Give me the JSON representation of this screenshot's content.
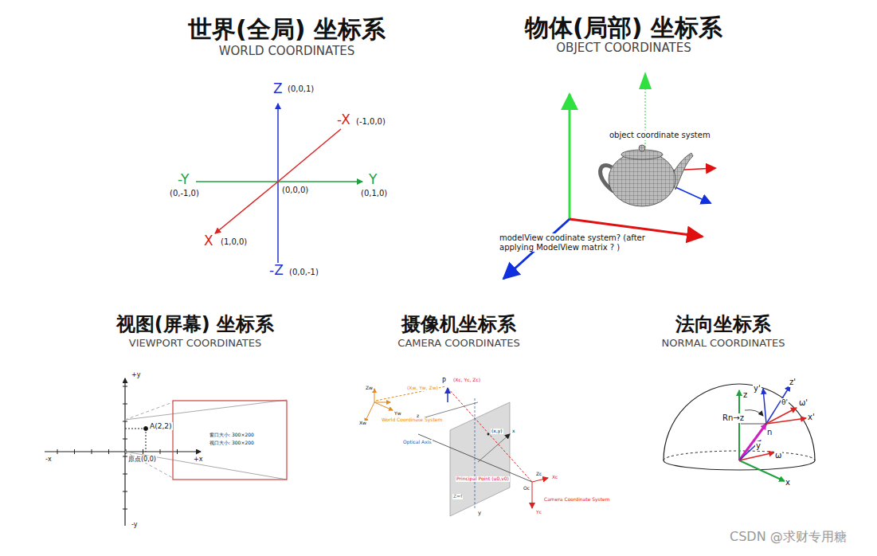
{
  "diagram": {
    "labels": [
      "世界(全局) 坐标系",
      "WORLD COORDINATES",
      "Z",
      "(0,0,1)",
      "-X",
      "(-1,0,0)",
      "-Y",
      "(0,-1,0)",
      "(0,0,0)",
      "Y",
      "(0,1,0)",
      "X",
      "(1,0,0)",
      "-Z",
      "(0,0,-1)",
      "物体(局部) 坐标系",
      "OBJECT COORDINATES",
      "object coordinate system",
      "modelView coodinate system? (after applying ModelView matrix ? )",
      "视图(屏幕) 坐标系",
      "VIEWPORT COORDINATES",
      "+y",
      "-x",
      "+x",
      "-y",
      "A(2,2)",
      "原点(0,0)",
      "窗口大小: 300×200",
      "视口大小: 300×200",
      "摄像机坐标系",
      "CAMERA COORDINATES",
      "P",
      "(Xw, Yw, Zw)",
      "(Xc, Yc, Zc)",
      "Zw",
      "Yw",
      "Xw",
      "World Coordinate System",
      "Optical Axis",
      "(x,y)",
      "z",
      "x",
      "Principal Point (u0,v0)",
      "Z=f",
      "y",
      "Zc",
      "Oc",
      "Xc",
      "Camera Coordinate System",
      "Yc",
      "法向坐标系",
      "NORMAL COORDINATES",
      "z",
      "y'",
      "z'",
      "x'",
      "θ'",
      "Rn→z",
      "n",
      "ω'",
      "y",
      "ω",
      "x",
      "CSDN @求财专用糖"
    ]
  }
}
